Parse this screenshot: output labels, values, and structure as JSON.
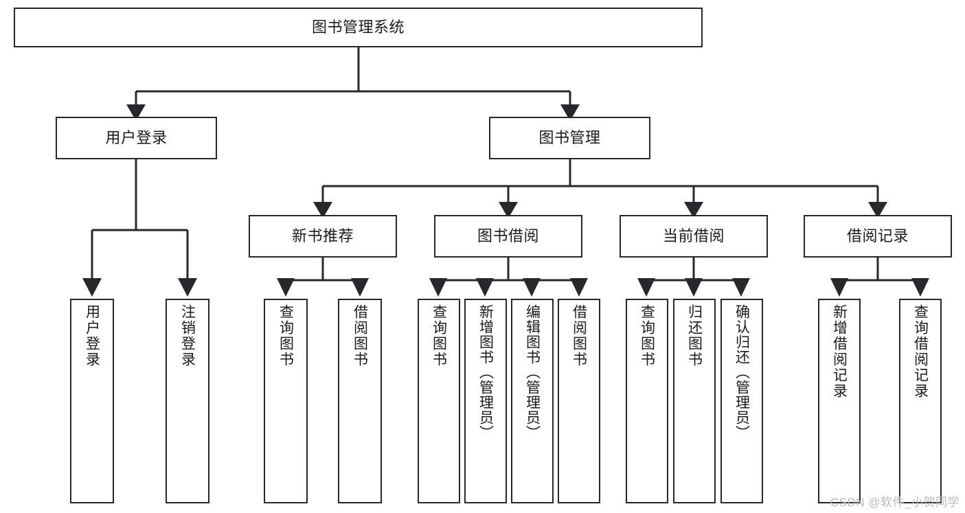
{
  "diagram": {
    "title": "图书管理系统",
    "watermark": "CSDN @软件_小贺同学",
    "stroke_color": "#26282b",
    "fill_color": "#ffffff",
    "text_color": "#1a1a1a",
    "watermark_color": "#b9b9b9",
    "levels": {
      "root": {
        "label": "图书管理系统"
      },
      "level2": [
        {
          "label": "用户登录"
        },
        {
          "label": "图书管理"
        }
      ],
      "level3": [
        {
          "label": "新书推荐"
        },
        {
          "label": "图书借阅"
        },
        {
          "label": "当前借阅"
        },
        {
          "label": "借阅记录"
        }
      ],
      "leaves": {
        "user_login": [
          {
            "label": "用户登录"
          },
          {
            "label": "注销登录"
          }
        ],
        "new_book": [
          {
            "label": "查询图书"
          },
          {
            "label": "借阅图书"
          }
        ],
        "borrow_book": [
          {
            "label": "查询图书"
          },
          {
            "label": "新增图书（管理员）"
          },
          {
            "label": "编辑图书（管理员）"
          },
          {
            "label": "借阅图书"
          }
        ],
        "current_borrow": [
          {
            "label": "查询图书"
          },
          {
            "label": "归还图书"
          },
          {
            "label": "确认归还（管理员）"
          }
        ],
        "borrow_record": [
          {
            "label": "新增借阅记录"
          },
          {
            "label": "查询借阅记录"
          }
        ]
      }
    }
  }
}
